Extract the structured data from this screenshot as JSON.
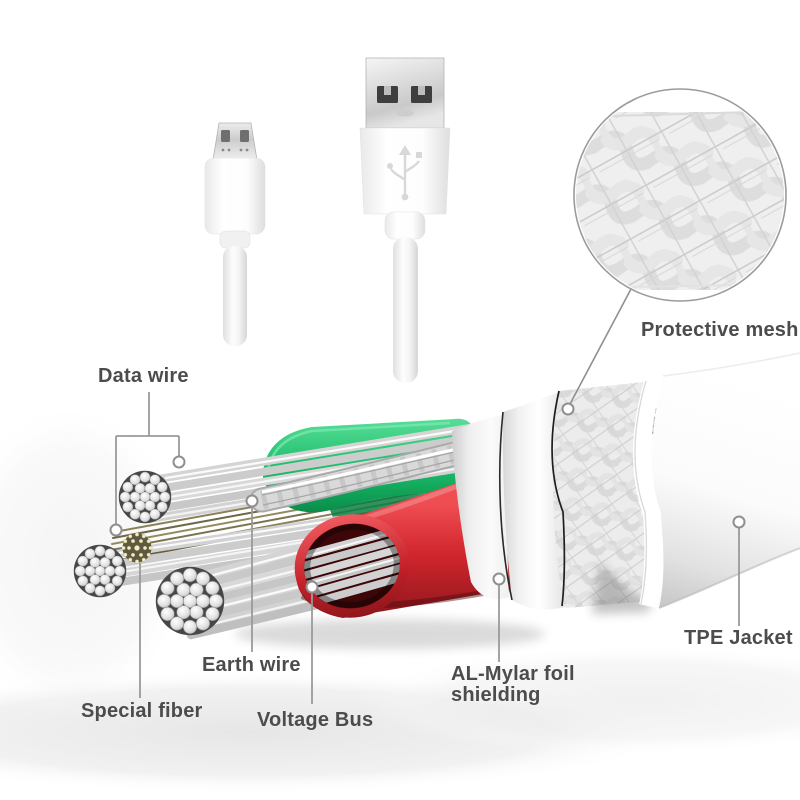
{
  "page": {
    "type": "product-diagram",
    "subject": "Micro-USB cable internal construction cutaway"
  },
  "labels": {
    "data_wire": "Data wire",
    "protective_mesh": "Protective mesh",
    "earth_wire": "Earth wire",
    "special_fiber": "Special fiber",
    "voltage_bus": "Voltage Bus",
    "al_mylar_line1": "AL-Mylar foil",
    "al_mylar_line2": "shielding",
    "tpe_jacket": "TPE Jacket"
  },
  "icons": {
    "micro_usb_connector": "micro-usb-plug",
    "usb_a_connector": "usb-a-plug",
    "usb_trident": "usb-trident-symbol",
    "magnifier_inset": "protective-mesh-zoom-circle"
  },
  "colors": {
    "label_text": "#4c4c4c",
    "leader_line": "#9a9a9a",
    "green_wrap": "#1fbd6c",
    "red_voltage_bus": "#d2262e",
    "wire_silver": "#d6d6d6",
    "special_fiber_dots": "#f3eec9",
    "jacket_white": "#f7f7f7",
    "background": "#ffffff"
  }
}
